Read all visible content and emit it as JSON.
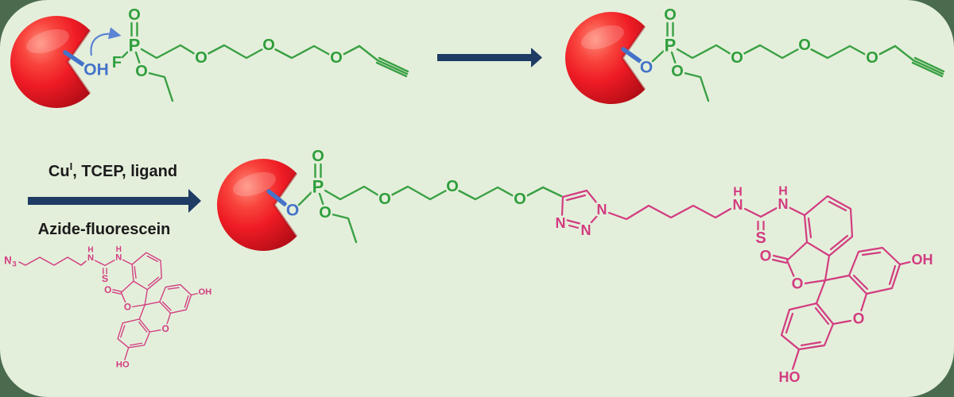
{
  "colors": {
    "outer_background": "#4a6b4e",
    "panel_background": "#e4efdb",
    "bond_green": "#3aa044",
    "bond_pink": "#d23c80",
    "bond_blue": "#4573c9",
    "arrow_navy": "#1e3c64",
    "enzyme_red": "#ee1b24",
    "text_black": "#1b1b1b"
  },
  "icons": {
    "enzyme": "red-pacman-protein",
    "reaction_arrow": "right-block-arrow",
    "attack_arrow": "curved-blue-arrow"
  },
  "atoms": {
    "P": "P",
    "O": "O",
    "F": "F",
    "N": "N",
    "H": "H",
    "S": "S",
    "OH": "OH",
    "HO": "HO",
    "azide_N": "N",
    "azide_sub": "3"
  },
  "conditions": {
    "cu": "Cu",
    "cu_sup": "I",
    "rest": ", TCEP, ligand",
    "reagent": "Azide-fluorescein"
  }
}
